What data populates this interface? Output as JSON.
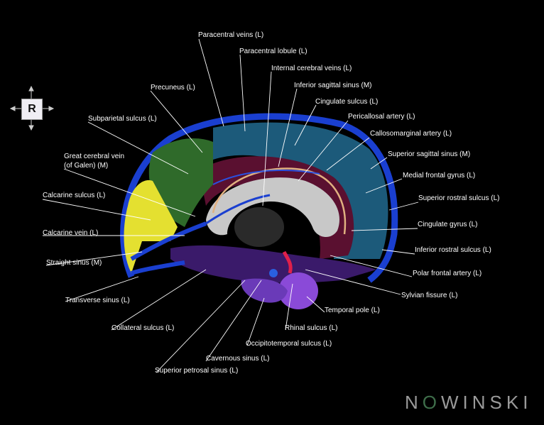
{
  "orientation": {
    "label": "R"
  },
  "watermark": {
    "prefix": "N",
    "ring": "O",
    "suffix": "WINSKI"
  },
  "labels": {
    "paracentral_veins": "Paracentral veins (L)",
    "paracentral_lobule": "Paracentral lobule (L)",
    "internal_cerebral_veins": "Internal cerebral veins (L)",
    "inferior_sagittal_sinus": "Inferior sagittal sinus (M)",
    "cingulate_sulcus": "Cingulate sulcus (L)",
    "pericallosal_artery": "Pericallosal artery (L)",
    "callosomarginal_artery": "Callosomarginal artery (L)",
    "superior_sagittal_sinus": "Superior sagittal sinus (M)",
    "medial_frontal_gyrus": "Medial frontal gyrus (L)",
    "superior_rostral_sulcus": "Superior rostral sulcus (L)",
    "cingulate_gyrus": "Cingulate gyrus (L)",
    "inferior_rostral_sulcus": "Inferior rostral sulcus (L)",
    "polar_frontal_artery": "Polar frontal artery (L)",
    "sylvian_fissure": "Sylvian fissure (L)",
    "temporal_pole": "Temporal pole (L)",
    "rhinal_sulcus": "Rhinal sulcus (L)",
    "occipitotemporal_sulcus": "Occipitotemporal sulcus (L)",
    "cavernous_sinus": "Cavernous sinus (L)",
    "superior_petrosal_sinus": "Superior petrosal sinus (L)",
    "collateral_sulcus": "Collateral sulcus (L)",
    "transverse_sinus": "Transverse sinus (L)",
    "straight_sinus": "Straight sinus (M)",
    "calcarine_vein": "Calcarine vein (L)",
    "calcarine_sulcus": "Calcarine sulcus (L)",
    "great_cerebral_vein_1": "Great cerebral vein",
    "great_cerebral_vein_2": "(of Galen) (M)",
    "subparietal_sulcus": "Subparietal sulcus (L)",
    "precuneus": "Precuneus (L)"
  },
  "colors": {
    "background": "#000000",
    "sinus_blue": "#1a3fd0",
    "frontal_teal": "#1c5a7a",
    "cingulate_maroon": "#5a1030",
    "precuneus_green": "#2f6a2a",
    "occipital_yellow": "#e4e030",
    "temporal_purple": "#3a1a6a",
    "temporal_pole_violet": "#8a4ad8",
    "callosum_gray": "#c8c8c8",
    "artery_red": "#e0204a",
    "pericallosal_tan": "#e0b080"
  }
}
